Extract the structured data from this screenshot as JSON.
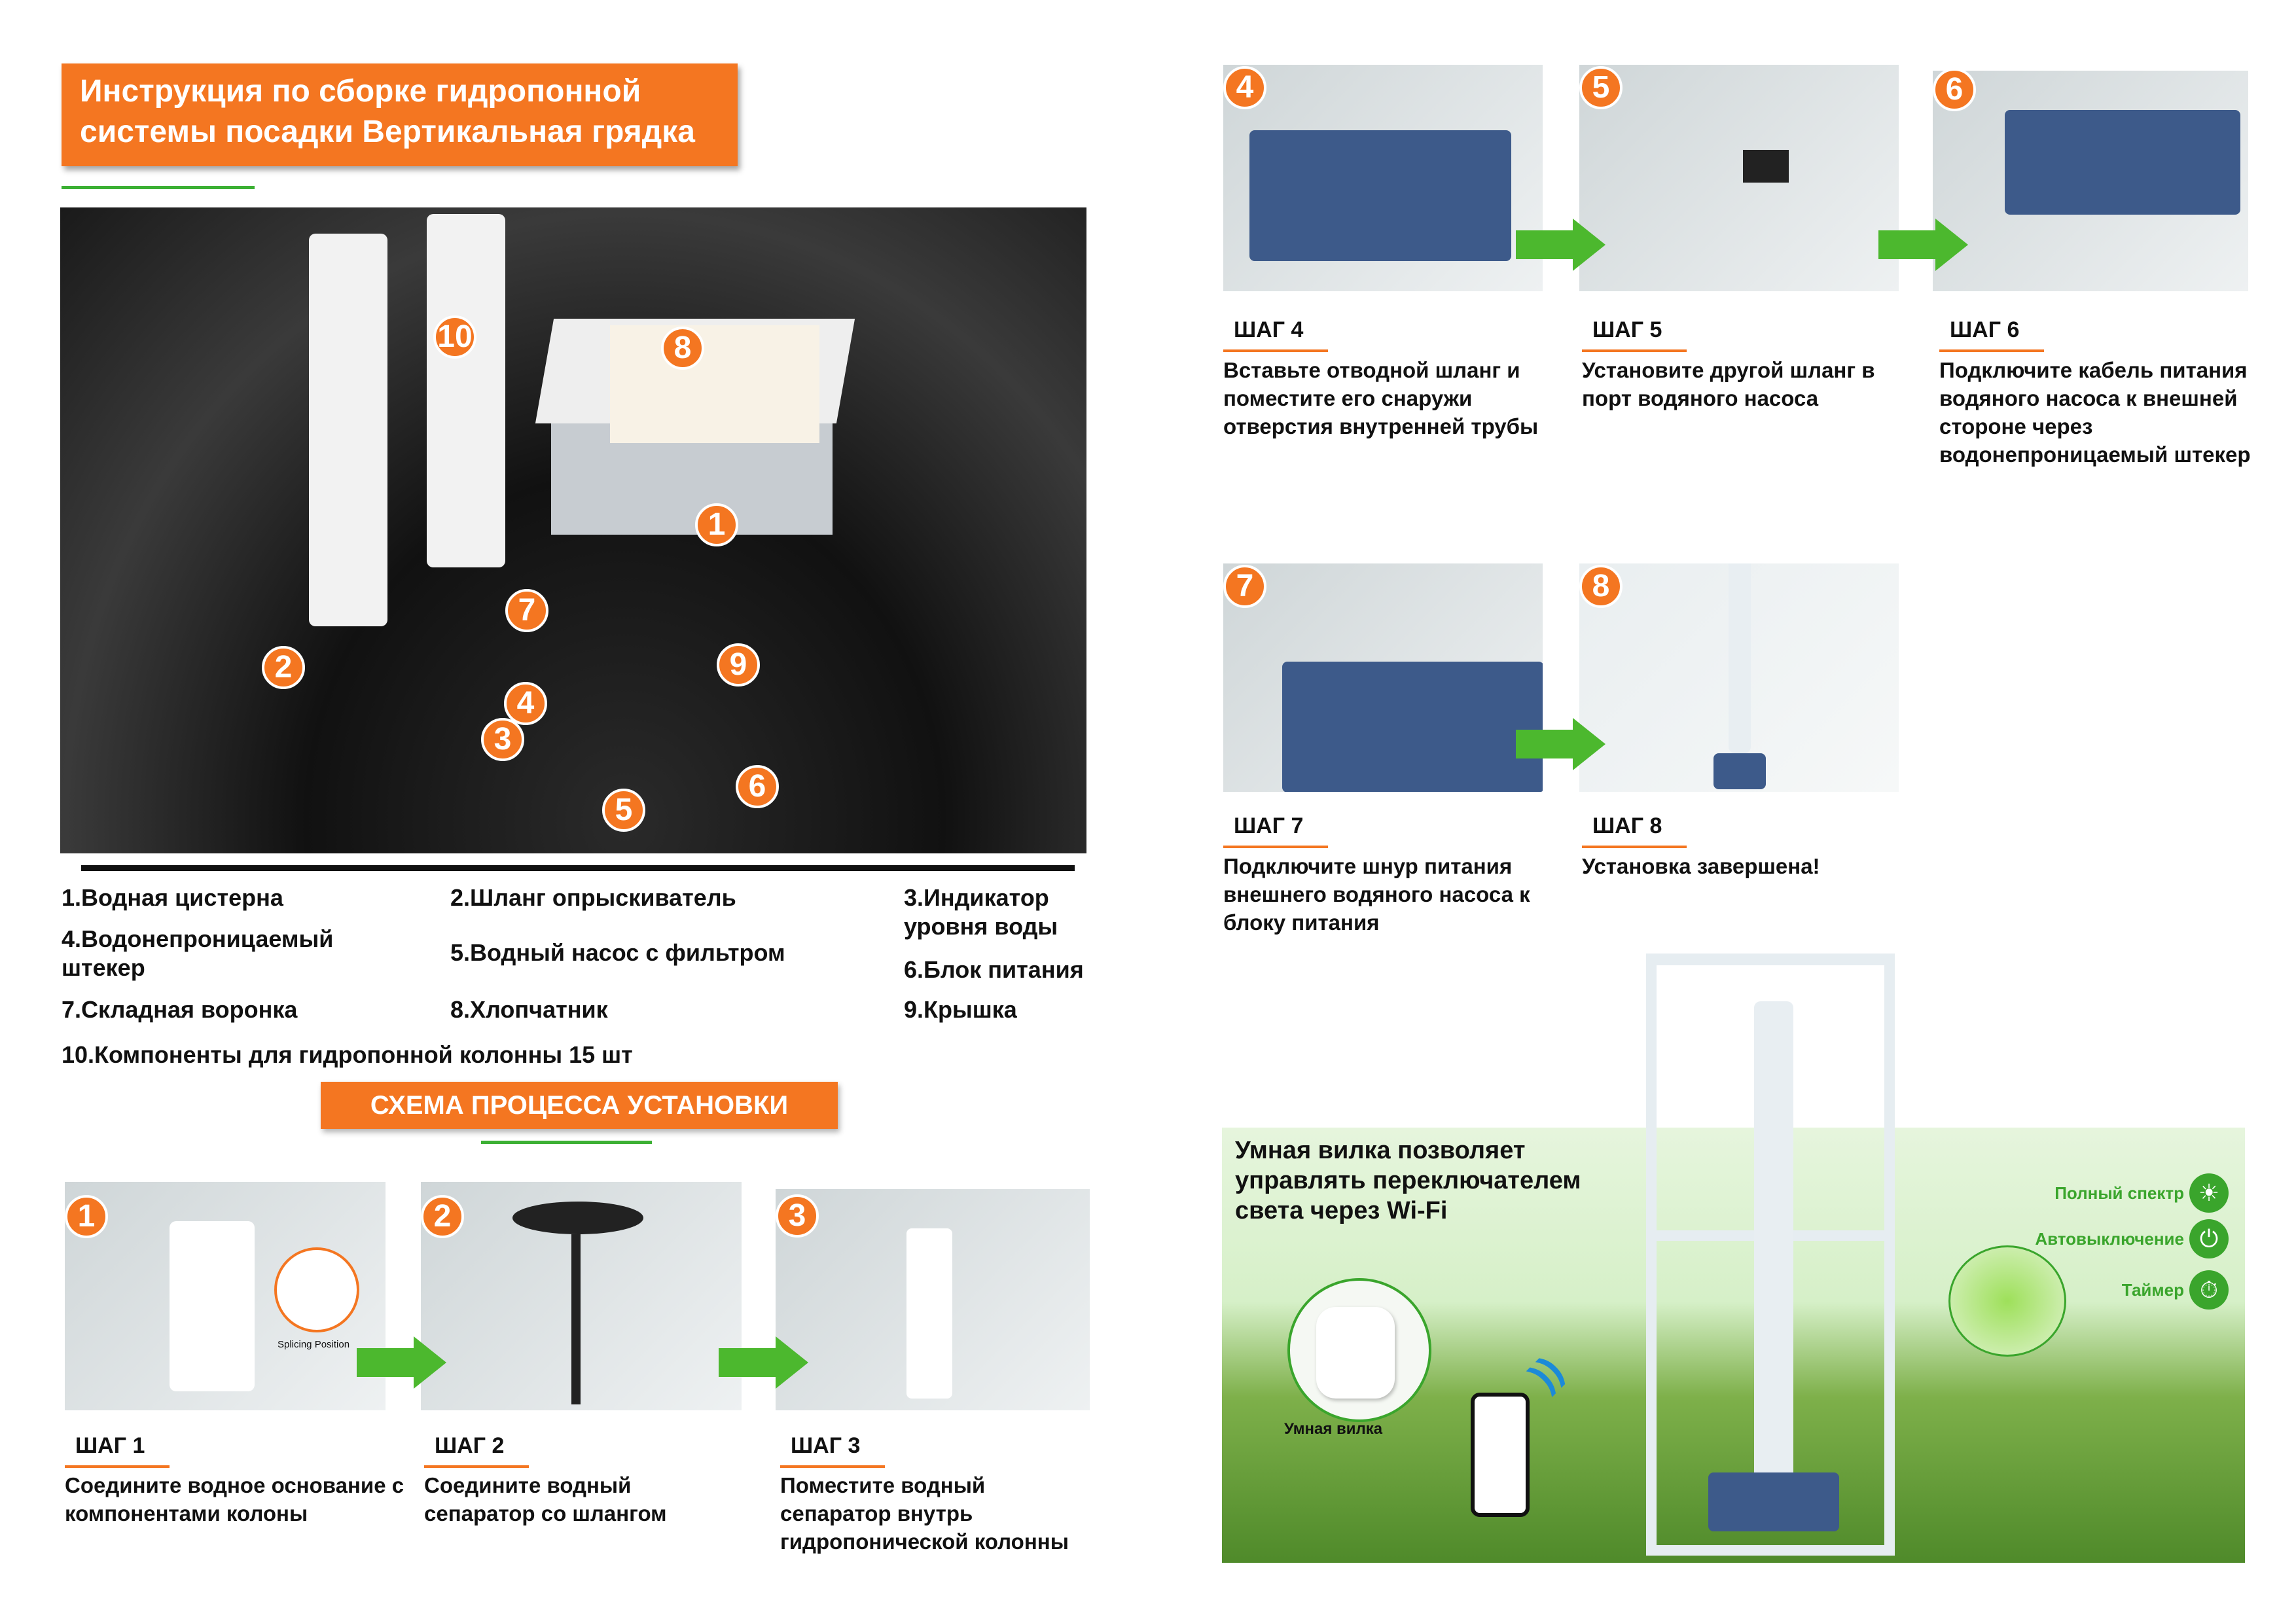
{
  "title": {
    "line1": "Инструкция по сборке гидропонной",
    "line2": "системы посадки Вертикальная грядка"
  },
  "photo_badges": [
    "1",
    "2",
    "3",
    "4",
    "5",
    "6",
    "7",
    "8",
    "9",
    "10"
  ],
  "parts": [
    "1.Водная цистерна",
    "2.Шланг опрыскиватель",
    "3.Индикатор уровня воды",
    "4.Водонепроницаемый штекер",
    "5.Водный насос с фильтром",
    "6.Блок питания",
    "7.Складная воронка",
    "8.Хлопчатник",
    "9.Крышка",
    "10.Компоненты для гидропонной колонны 15 шт"
  ],
  "schema_label": "СХЕМА ПРОЦЕССА УСТАНОВКИ",
  "steps": [
    {
      "num": "1",
      "label": "ШАГ 1",
      "text": "Соедините водное основание с компонентами колоны",
      "extra": "Splicing Position"
    },
    {
      "num": "2",
      "label": "ШАГ 2",
      "text": "Соедините водный сепаратор со шлангом"
    },
    {
      "num": "3",
      "label": "ШАГ 3",
      "text": "Поместите водный сепаратор внутрь гидропонической колонны"
    },
    {
      "num": "4",
      "label": "ШАГ 4",
      "text": "Вставьте отводной шланг и поместите его снаружи отверстия внутренней трубы"
    },
    {
      "num": "5",
      "label": "ШАГ 5",
      "text": "Установите другой шланг в порт водяного насоса"
    },
    {
      "num": "6",
      "label": "ШАГ 6",
      "text": "Подключите кабель питания водяного насоса к внешней стороне через водонепроницаемый штекер"
    },
    {
      "num": "7",
      "label": "ШАГ 7",
      "text": "Подключите шнур питания внешнего водяного насоса к блоку питания"
    },
    {
      "num": "8",
      "label": "ШАГ 8",
      "text": "Установка завершена!"
    }
  ],
  "banner": {
    "headline": "Умная вилка позволяет управлять переключателем света через Wi-Fi",
    "plug_caption": "Умная вилка",
    "features": [
      "Полный спектр",
      "Автовыключение",
      "Таймер"
    ]
  },
  "colors": {
    "accent": "#f47621",
    "green": "#3cb034"
  }
}
